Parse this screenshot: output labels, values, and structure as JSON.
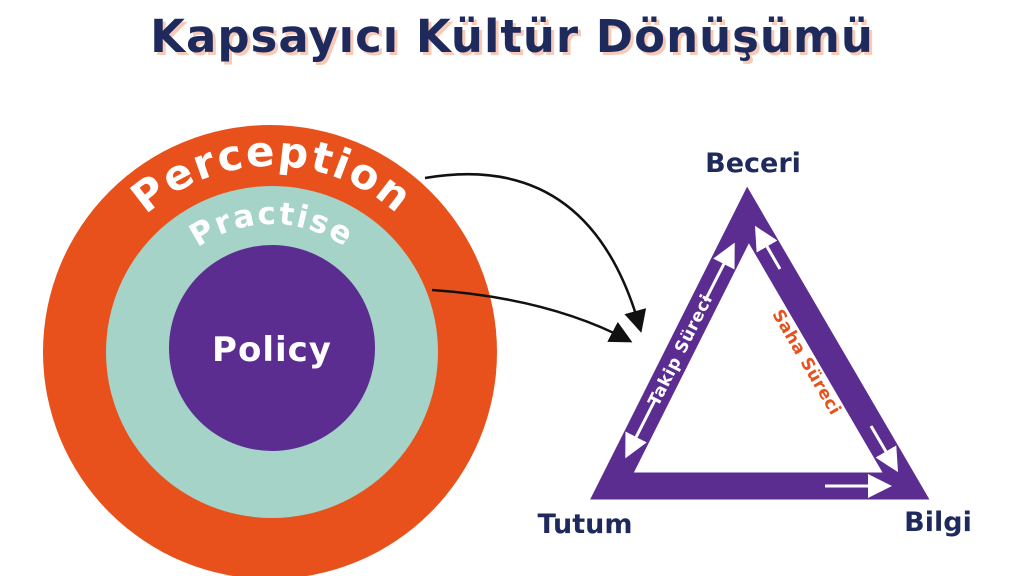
{
  "title": "Kapsayıcı Kültür Dönüşümü",
  "circles": {
    "outer_label": "Perception",
    "middle_label": "Practise",
    "inner_label": "Policy"
  },
  "triangle": {
    "top_label": "Beceri",
    "bottom_left_label": "Tutum",
    "bottom_right_label": "Bilgi",
    "left_edge_label": "Takip Süreci",
    "right_edge_label": "Saha Süreci"
  },
  "colors": {
    "navy": "#1e2a5c",
    "orange": "#e8511b",
    "teal": "#a6d3c8",
    "purple": "#5b2d91",
    "title_shadow": "#f8c9b6",
    "white": "#ffffff",
    "arrow_black": "#111111"
  }
}
